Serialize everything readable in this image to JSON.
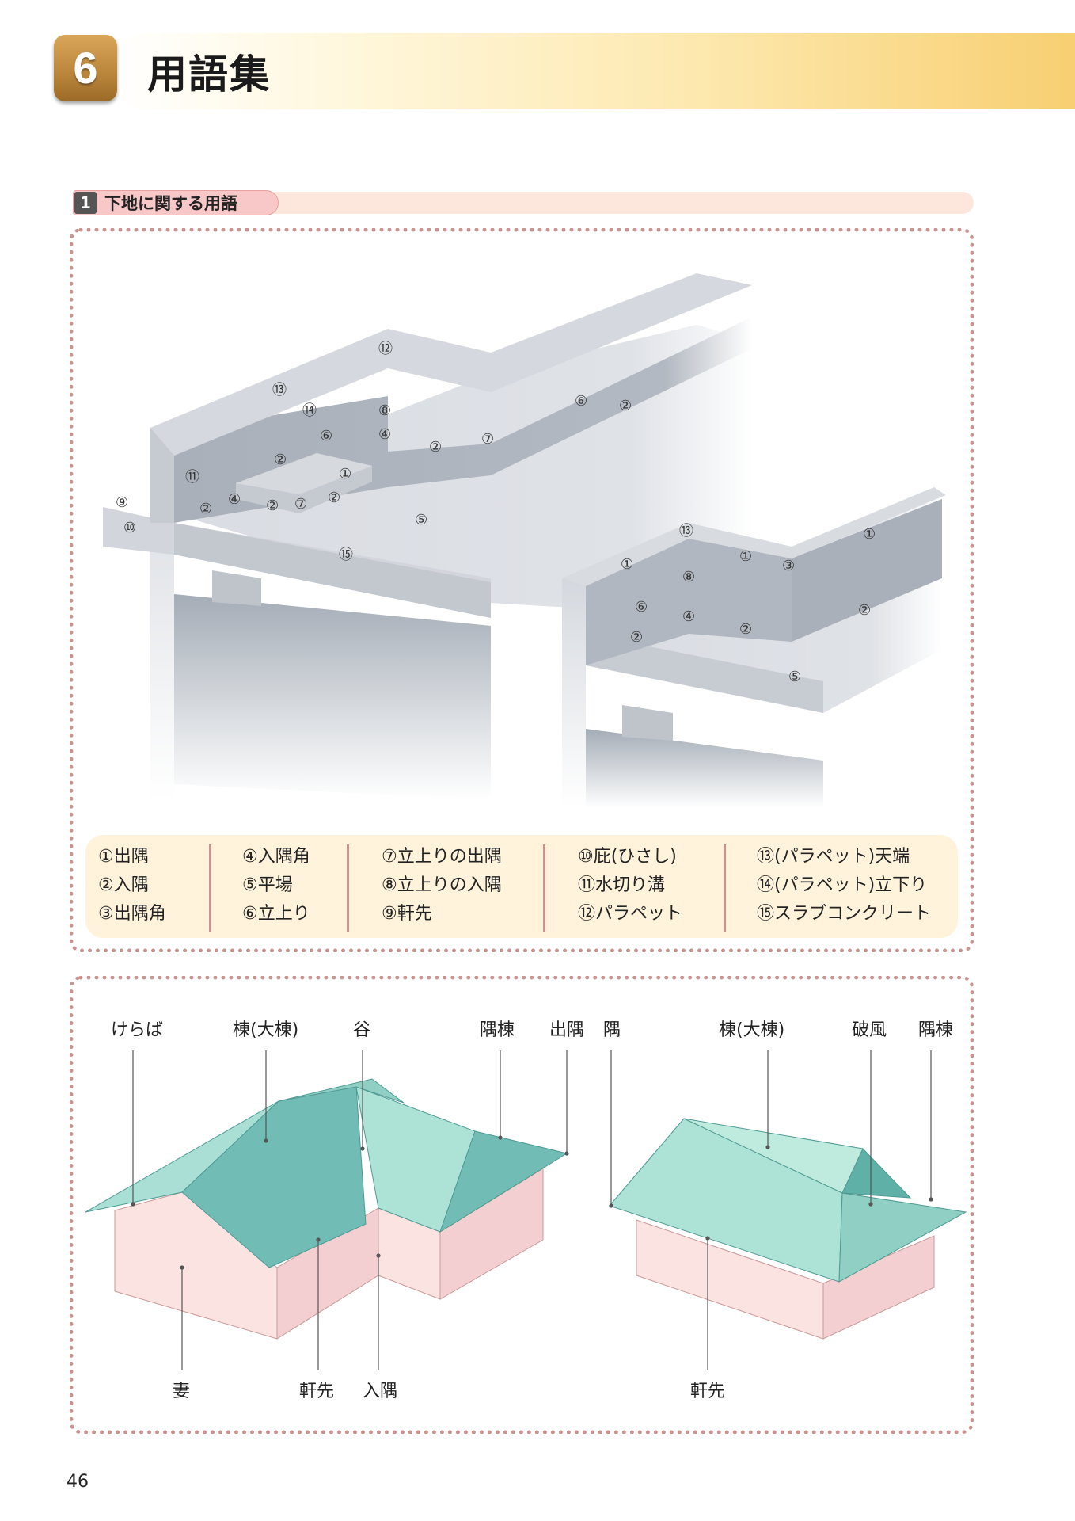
{
  "header": {
    "chapter_number": "6",
    "title": "用語集"
  },
  "section": {
    "number": "1",
    "title": "下地に関する用語"
  },
  "legend": {
    "columns": [
      [
        "①出隅",
        "②入隅",
        "③出隅角"
      ],
      [
        "④入隅角",
        "⑤平場",
        "⑥立上り"
      ],
      [
        "⑦立上りの出隅",
        "⑧立上りの入隅",
        "⑨軒先"
      ],
      [
        "⑩庇(ひさし)",
        "⑪水切り溝",
        "⑫パラペット"
      ],
      [
        "⑬(パラペット)天端",
        "⑭(パラペット)立下り",
        "⑮スラブコンクリート"
      ]
    ]
  },
  "diagram_numbers": {
    "n1": "①",
    "n2": "②",
    "n3": "③",
    "n4": "④",
    "n5": "⑤",
    "n6": "⑥",
    "n7": "⑦",
    "n8": "⑧",
    "n9": "⑨",
    "n10": "⑩",
    "n11": "⑪",
    "n12": "⑫",
    "n13": "⑬",
    "n14": "⑭",
    "n15": "⑮"
  },
  "roof_labels": {
    "kerabha": "けらば",
    "mune_left": "棟(大棟)",
    "tani": "谷",
    "sumimune_left": "隅棟",
    "dezumi": "出隅",
    "sumi": "隅",
    "mune_right": "棟(大棟)",
    "hafu": "破風",
    "sumimune_right": "隅棟",
    "tsuma": "妻",
    "nokisaki_left": "軒先",
    "irizumi": "入隅",
    "nokisaki_right": "軒先"
  },
  "colors": {
    "frame": "#c9938f",
    "roof": "#71bdb6",
    "roof_light": "#ade3d6",
    "wall": "#fbe3e2",
    "legend_bg": "#fff3dc"
  },
  "page_number": "46"
}
